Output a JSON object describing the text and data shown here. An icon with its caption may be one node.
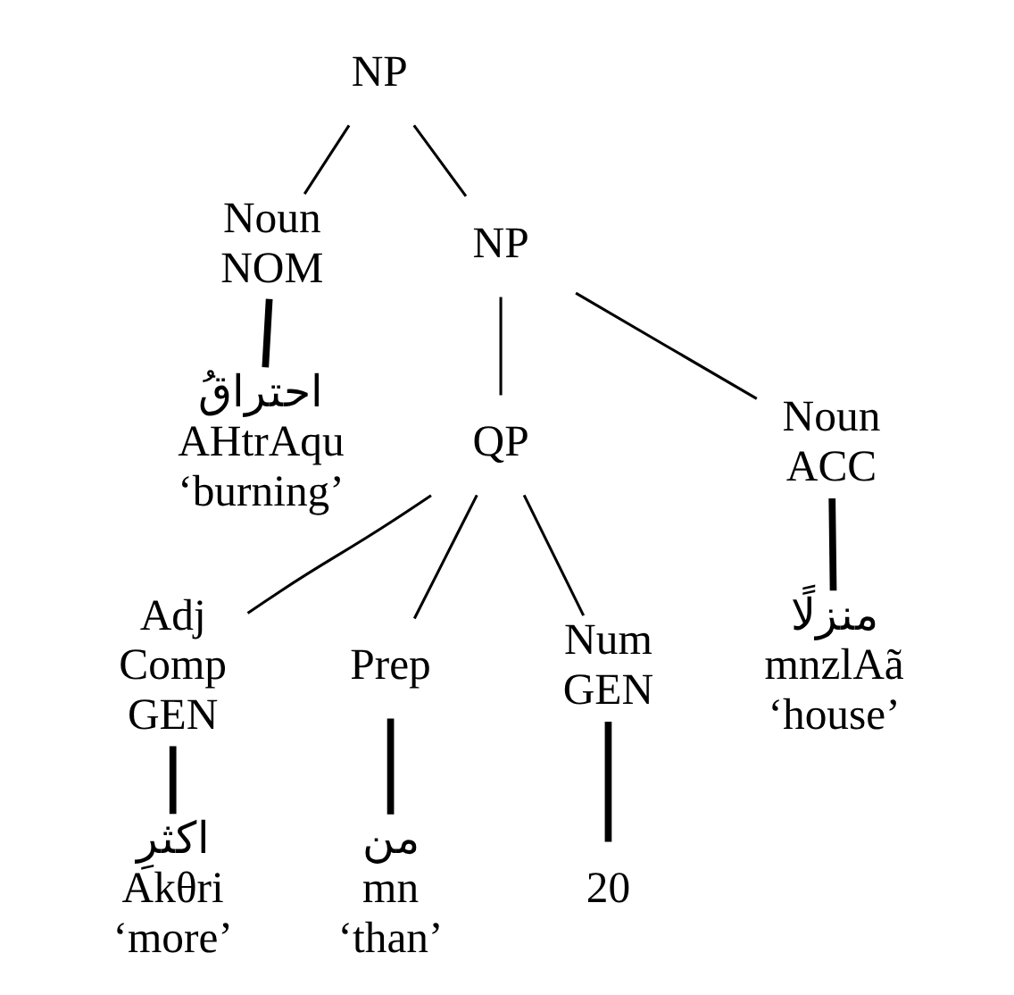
{
  "diagram": {
    "nodes": [
      {
        "text": [
          "NP"
        ]
      },
      {
        "text": [
          "Noun",
          "NOM"
        ]
      },
      {
        "text": [
          "NP"
        ]
      },
      {
        "text": [
          "احتراقُ",
          "AHtrAqu",
          "‘burning’"
        ]
      },
      {
        "text": [
          "QP"
        ]
      },
      {
        "text": [
          "Noun",
          "ACC"
        ]
      },
      {
        "text": [
          "Adj",
          "Comp",
          "GEN"
        ]
      },
      {
        "text": [
          "Prep"
        ]
      },
      {
        "text": [
          "Num",
          "GEN"
        ]
      },
      {
        "text": [
          "منزلًا",
          "mnzlAã",
          "‘house’"
        ]
      },
      {
        "text": [
          "اكثرِ",
          "Akθri",
          "‘more’"
        ]
      },
      {
        "text": [
          "من",
          "mn",
          "‘than’"
        ]
      },
      {
        "text": [
          "20"
        ]
      }
    ],
    "edges": [
      {
        "from": 0,
        "to": 1,
        "arrow": "none"
      },
      {
        "from": 0,
        "to": 2,
        "arrow": "none"
      },
      {
        "from": 1,
        "to": 3,
        "arrow": "none",
        "style": "thick"
      },
      {
        "from": 2,
        "to": 4,
        "arrow": "none"
      },
      {
        "from": 2,
        "to": 5,
        "arrow": "none"
      },
      {
        "from": 4,
        "to": 6,
        "arrow": "none"
      },
      {
        "from": 4,
        "to": 7,
        "arrow": "none"
      },
      {
        "from": 4,
        "to": 8,
        "arrow": "none"
      },
      {
        "from": 5,
        "to": 9,
        "arrow": "none",
        "style": "thick"
      },
      {
        "from": 6,
        "to": 10,
        "arrow": "none",
        "style": "thick"
      },
      {
        "from": 7,
        "to": 11,
        "arrow": "none",
        "style": "thick"
      },
      {
        "from": 8,
        "to": 12,
        "arrow": "none",
        "style": "thick"
      }
    ]
  }
}
